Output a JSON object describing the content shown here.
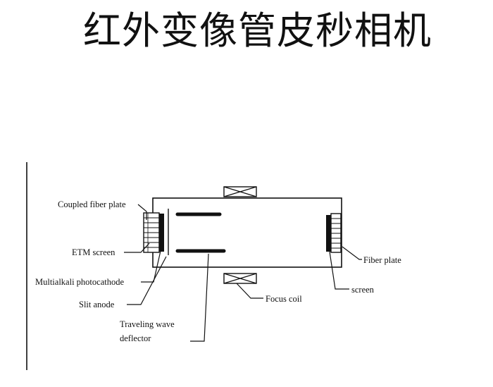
{
  "title": "红外变像管皮秒相机",
  "labels": {
    "coupled_fiber_plate": "Coupled fiber plate",
    "etm_screen": "ETM screen",
    "multialkali_photocathode": "Multialkali photocathode",
    "slit_anode": "Slit anode",
    "traveling_wave_line1": "Traveling  wave",
    "traveling_wave_line2": "deflector",
    "focus_coil": "Focus coil",
    "fiber_plate": "Fiber plate",
    "screen": "screen"
  }
}
